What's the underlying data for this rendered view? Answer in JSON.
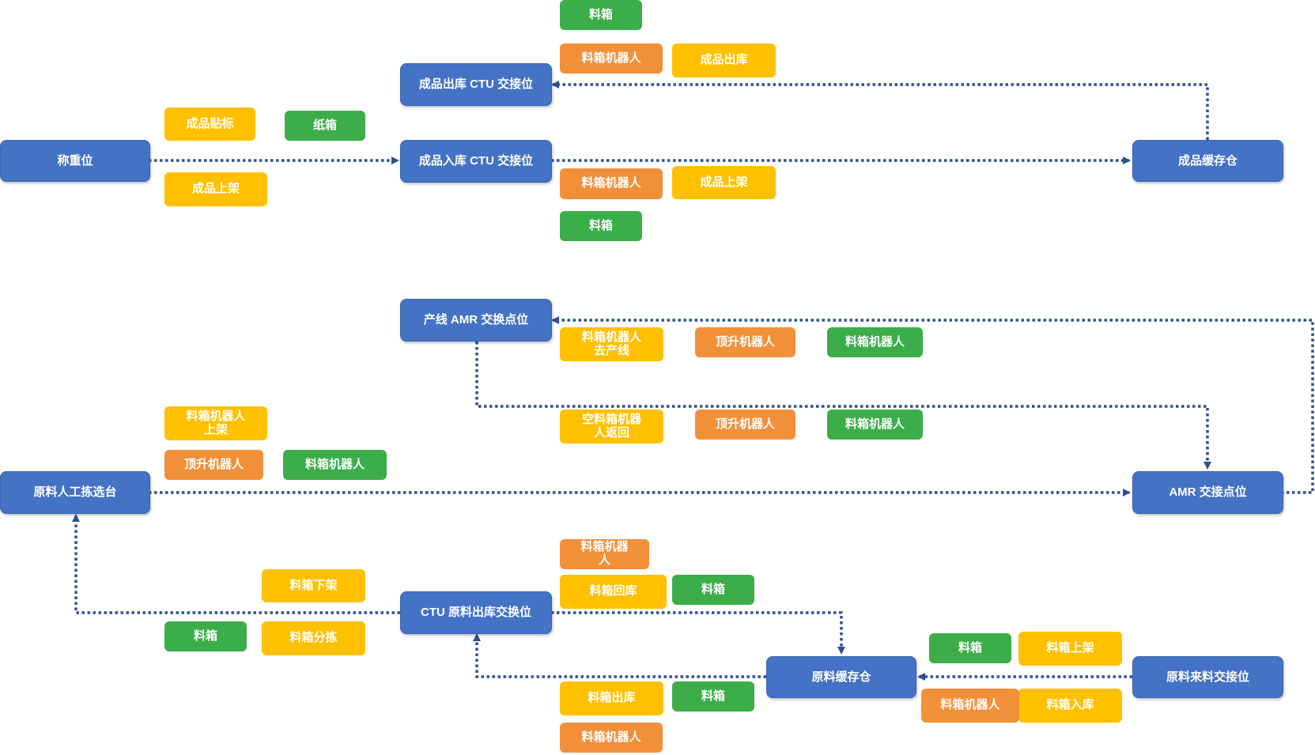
{
  "nodes": {
    "weighing": "称重位",
    "fg_out_ctu": "成品出库 CTU 交接位",
    "fg_in_ctu": "成品入库 CTU 交接位",
    "fg_buffer": "成品缓存仓",
    "line_amr": "产线 AMR 交换点位",
    "manual_pick": "原料人工拣选台",
    "amr_point": "AMR 交接点位",
    "ctu_raw_out": "CTU 原料出库交换位",
    "raw_buffer": "原料缓存仓",
    "raw_inbound": "原料来料交接位"
  },
  "tags": {
    "t01": "料箱",
    "t02": "料箱机器人",
    "t03": "成品出库",
    "t04": "成品贴标",
    "t05": "纸箱",
    "t06": "成品上架",
    "t07": "料箱机器人",
    "t08": "成品上架",
    "t09": "料箱",
    "t10": "料箱机器人\n去产线",
    "t11": "顶升机器人",
    "t12": "料箱机器人",
    "t13": "空料箱机器\n人返回",
    "t14": "顶升机器人",
    "t15": "料箱机器人",
    "t16": "料箱机器人\n上架",
    "t17": "顶升机器人",
    "t18": "料箱机器人",
    "t19": "料箱机器\n人",
    "t20": "料箱回库",
    "t21": "料箱",
    "t22": "料箱下架",
    "t23": "料箱",
    "t24": "料箱分拣",
    "t25": "料箱",
    "t26": "料箱上架",
    "t27": "料箱出库",
    "t28": "料箱",
    "t29": "料箱机器人",
    "t30": "料箱入库",
    "t31": "料箱机器人"
  },
  "colors": {
    "node": "#4472C4",
    "arrow": "#2F4F8F",
    "green": "#3BAE4A",
    "orange": "#F2903A",
    "yellow": "#FFC000"
  }
}
